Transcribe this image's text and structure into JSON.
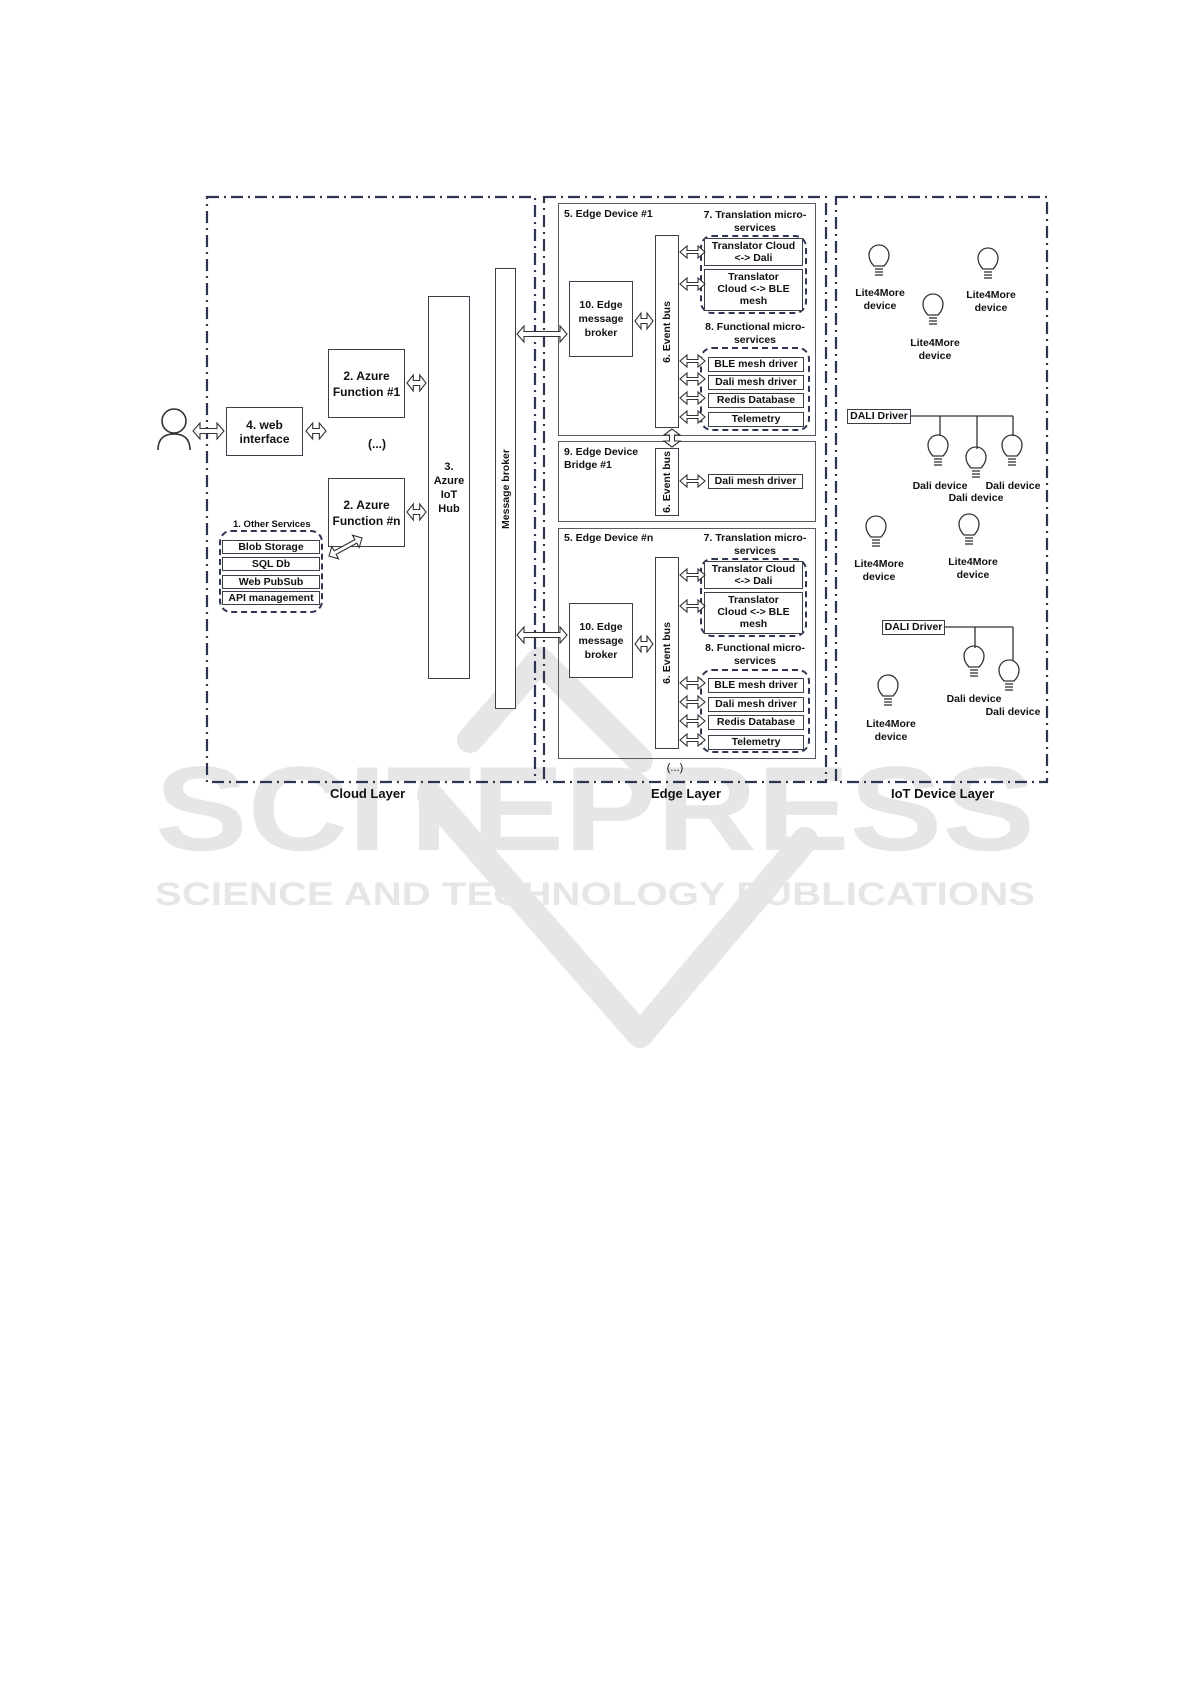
{
  "watermark": {
    "title": "SCITEPRESS",
    "subtitle": "SCIENCE AND TECHNOLOGY PUBLICATIONS"
  },
  "cloud": {
    "layer_label": "Cloud Layer",
    "web_interface": "4. web interface",
    "azure_fn_1": "2. Azure Function #1",
    "ellipsis": "(...)",
    "azure_fn_n": "2. Azure Function #n",
    "iot_hub": "3. Azure IoT Hub",
    "message_broker": "Message broker",
    "other_services": {
      "title": "1. Other Services",
      "items": [
        "Blob Storage",
        "SQL Db",
        "Web PubSub",
        "API management"
      ]
    }
  },
  "edge": {
    "layer_label": "Edge Layer",
    "ellipsis": "(...)",
    "device_1": {
      "title": "5. Edge Device #1",
      "broker": "10. Edge message broker",
      "event_bus": "6. Event bus",
      "translation_title": "7. Translation micro-services",
      "translators": [
        "Translator Cloud <-> Dali",
        "Translator Cloud <-> BLE mesh"
      ],
      "functional_title": "8. Functional micro-services",
      "functional": [
        "BLE mesh driver",
        "Dali mesh driver",
        "Redis Database",
        "Telemetry"
      ]
    },
    "bridge": {
      "title": "9. Edge Device Bridge #1",
      "event_bus": "6. Event bus",
      "driver": "Dali mesh driver"
    },
    "device_n": {
      "title": "5. Edge Device #n",
      "broker": "10. Edge message broker",
      "event_bus": "6. Event bus",
      "translation_title": "7. Translation micro-services",
      "translators": [
        "Translator Cloud <-> Dali",
        "Translator Cloud <-> BLE mesh"
      ],
      "functional_title": "8. Functional micro-services",
      "functional": [
        "BLE mesh driver",
        "Dali mesh driver",
        "Redis Database",
        "Telemetry"
      ]
    }
  },
  "iot": {
    "layer_label": "IoT Device Layer",
    "lite_device_label": "Lite4More device",
    "dali_device_label": "Dali device",
    "dali_driver": "DALI Driver"
  },
  "icons": {
    "user": "user-icon",
    "bulb": "lightbulb-icon",
    "arrow": "double-arrow-icon"
  },
  "colors": {
    "frame": "#2d3550",
    "box_border": "#3a3f4a",
    "watermark": "#e6e6e6"
  }
}
